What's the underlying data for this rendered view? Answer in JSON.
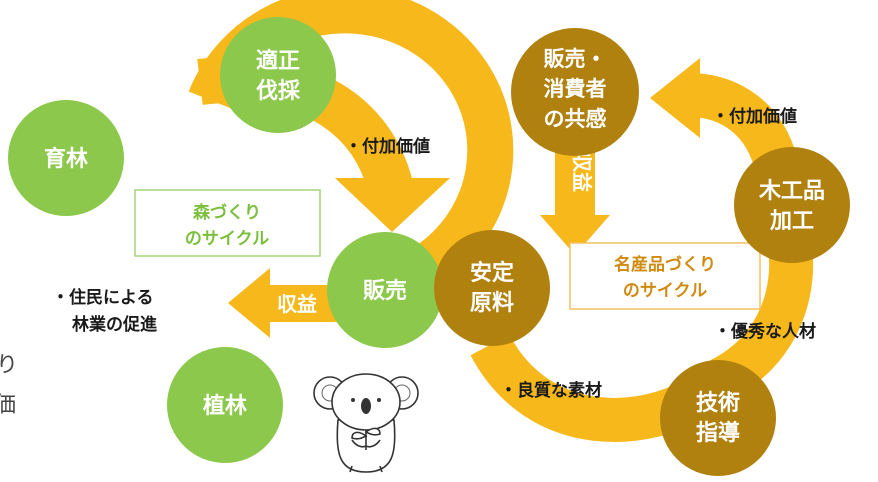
{
  "colors": {
    "ring": "#f6b81a",
    "forest_node": "#8cc84b",
    "craft_node": "#b0810e",
    "node_text": "#ffffff",
    "forest_cycle_text": "#7cbf3e",
    "forest_cycle_border": "#a6d27a",
    "craft_cycle_text": "#d08a10",
    "craft_cycle_border": "#f2c060",
    "note_text": "#1a1a1a"
  },
  "forest_cycle": {
    "title_lines": [
      "森づくり",
      "のサイクル"
    ],
    "nodes": {
      "logging": [
        "適正",
        "伐採"
      ],
      "raising": [
        "育林"
      ],
      "planting": [
        "植林"
      ],
      "sales": [
        "販売"
      ]
    },
    "notes": {
      "added_value": "・付加価値",
      "residents": [
        "・住民による",
        "林業の促進"
      ]
    },
    "profit_label": "収益"
  },
  "craft_cycle": {
    "title_lines": [
      "名産品づくり",
      "のサイクル"
    ],
    "nodes": {
      "material": [
        "安定",
        "原料"
      ],
      "consumers": [
        "販売・",
        "消費者",
        "の共感"
      ],
      "woodwork": [
        "木工品",
        "加工"
      ],
      "skill": [
        "技術",
        "指導"
      ]
    },
    "notes": {
      "added_value": "・付加価値",
      "talent": "・優秀な人材",
      "quality": "・良質な素材"
    },
    "profit_label": "収益"
  },
  "edge_text": {
    "line1": "り",
    "line2": "価"
  },
  "mascot": {
    "icon": "koala-with-sprout-icon"
  }
}
